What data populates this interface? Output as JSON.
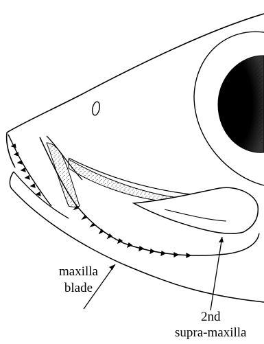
{
  "diagram": {
    "labels": {
      "maxilla_blade": [
        "maxilla",
        "blade"
      ],
      "supra_maxilla": [
        "2nd",
        "supra-maxilla"
      ]
    },
    "colors": {
      "line": "#000000",
      "background": "#ffffff",
      "eye_pupil": "#000000"
    }
  }
}
